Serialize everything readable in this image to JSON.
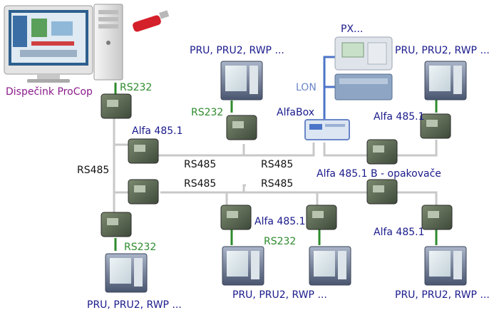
{
  "labels": {
    "dispatch": "Dispečink ProCop",
    "px": "PX...",
    "lon": "LON",
    "alfabox": "AlfaBox",
    "pru": "PRU, PRU2, RWP ...",
    "alfa": "Alfa 485.1",
    "alfa_repeater": "Alfa 485.1 B - opakovače",
    "rs232": "RS232",
    "rs485": "RS485"
  },
  "colors": {
    "node_label": "#1a1a8c",
    "rs232": "#2e8b2e",
    "bus": "#c8c8c8",
    "dispatch": "#8b1a8b",
    "lon": "#6a86c8"
  }
}
